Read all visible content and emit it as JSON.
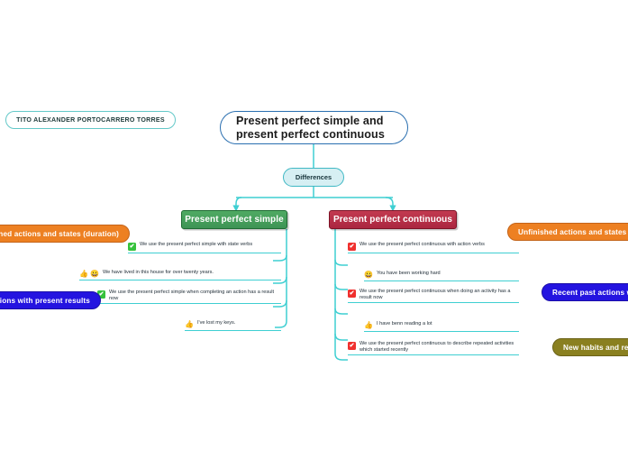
{
  "mindmap": {
    "root": {
      "line1": "Present perfect simple and",
      "line2": "present perfect continuous"
    },
    "author": "TITO ALEXANDER PORTOCARRERO TORRES",
    "center_node": "Differences",
    "branches": [
      {
        "id": "present-perfect-simple",
        "title": "Present perfect simple",
        "color": "#4faa63",
        "border_color": "#1f6b33",
        "leaves": [
          {
            "icon": "green-check-icon",
            "text": "We use the present perfect simple with state verbs"
          },
          {
            "icon": "thumbs-up-icon",
            "icon2": "grinning-face-icon",
            "text": "We have lived in this house for over twenty years."
          },
          {
            "icon": "green-check-icon",
            "text": "We use the present perfect simple when completing an action has a result now"
          },
          {
            "icon": "thumbs-up-icon",
            "text": "I've lost my keys."
          }
        ],
        "tags": [
          {
            "label": "Unfinished actions and states (duration)",
            "color": "#ed8022"
          },
          {
            "label": "Finished actions with present results",
            "color": "#2414e0"
          }
        ]
      },
      {
        "id": "present-perfect-continuous",
        "title": "Present perfect continuous",
        "color": "#c23a50",
        "border_color": "#7d1226",
        "leaves": [
          {
            "icon": "red-check-icon",
            "text": "We use the present perfect continuous with action verbs"
          },
          {
            "icon": "grinning-face-icon",
            "text": "You have been working hard"
          },
          {
            "icon": "red-check-icon",
            "text": "We use the present perfect continuous when doing an activity has a result now"
          },
          {
            "icon": "thumbs-up-icon",
            "text": "I have benn reading a lot"
          },
          {
            "icon": "red-check-icon",
            "text": "We use the present perfect continuous to describe repeated activities which started recently"
          }
        ],
        "tags": [
          {
            "label": "Unfinished actions and states (duration)",
            "color": "#ed8022"
          },
          {
            "label": "Recent past actions with present results",
            "color": "#2414e0"
          },
          {
            "label": "New habits and repeated activities",
            "color": "#8a8020"
          }
        ]
      }
    ],
    "glyphs": {
      "check": "✔",
      "thumb": "👍",
      "smile": "😀"
    },
    "wire_color": "#3fcfd2"
  }
}
